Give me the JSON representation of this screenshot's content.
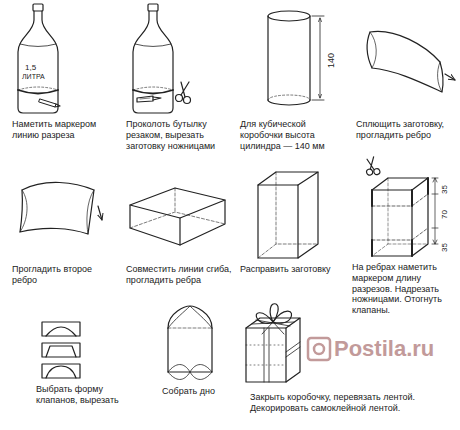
{
  "diagram": {
    "labels": [
      "1,5",
      "ЛИТРА",
      "Наметить маркером линию разреза",
      "Проколоть бутылку резаком, вырезать заготовку ножницами",
      "140",
      "Для кубической коробочки высота цилиндра — 140 мм",
      "Сплющить заготовку, прогладить ребро",
      "Прогладить второе ребро",
      "Совместить линии сгиба, прогладить ребра",
      "Расправить заготовку",
      "35",
      "70",
      "35",
      "На ребрах наметить маркером длину разрезов. Надрезать ножницами. Отогнуть клапаны.",
      "Выбрать форму клапанов, вырезать",
      "Собрать дно",
      "Закрыть коробочку, перевязать лентой. Декорировать самоклейной лентой.",
      "Postila.ru"
    ]
  }
}
